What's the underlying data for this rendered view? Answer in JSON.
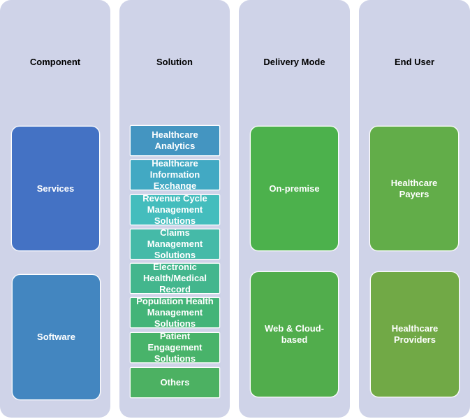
{
  "columns": [
    {
      "heading": "Component",
      "items": [
        {
          "label": "Services",
          "color": "#4472c4"
        },
        {
          "label": "Software",
          "color": "#4386c0"
        }
      ]
    },
    {
      "heading": "Solution",
      "items": [
        {
          "label": "Healthcare Analytics",
          "color": "#4495c1"
        },
        {
          "label": "Healthcare Information Exchange",
          "color": "#42a9c3"
        },
        {
          "label": "Revenue Cycle Management Solutions",
          "color": "#44bdbd"
        },
        {
          "label": "Claims Management Solutions",
          "color": "#45baa8"
        },
        {
          "label": "Electronic Health/Medical Record",
          "color": "#43b68d"
        },
        {
          "label": "Population Health Management Solutions",
          "color": "#43b478"
        },
        {
          "label": "Patient Engagement Solutions",
          "color": "#48b36a"
        },
        {
          "label": "Others",
          "color": "#4cb162"
        }
      ]
    },
    {
      "heading": "Delivery Mode",
      "items": [
        {
          "label": "On-premise",
          "color": "#4cb14c"
        },
        {
          "label": "Web & Cloud-based",
          "color": "#51ad4c"
        }
      ]
    },
    {
      "heading": "End User",
      "items": [
        {
          "label": "Healthcare Payers",
          "color": "#62ad49"
        },
        {
          "label": "Healthcare Providers",
          "color": "#71a946"
        }
      ]
    }
  ]
}
